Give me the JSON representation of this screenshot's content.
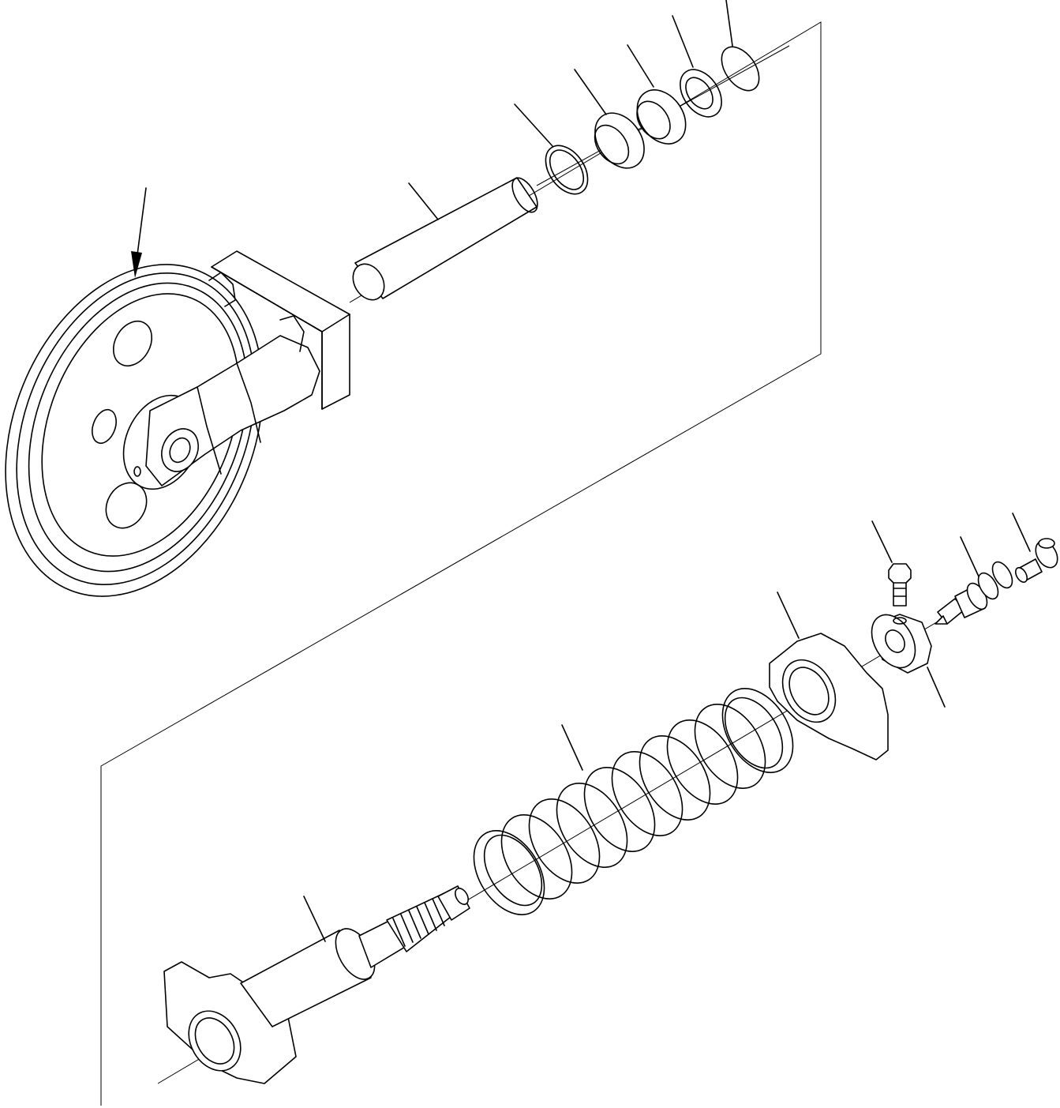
{
  "diagram": {
    "kind": "exploded-parts-view",
    "colors": {
      "line": "#000000",
      "background": "#ffffff"
    },
    "components": [
      "idler-wheel-assembly",
      "yoke-block",
      "pin",
      "snap-ring",
      "bushing",
      "bushing",
      "thrust-washer",
      "o-ring",
      "recoil-rod",
      "recoil-spring",
      "spring-retainer",
      "nut",
      "bolt",
      "grease-valve",
      "grease-fitting"
    ],
    "callouts_count": 15,
    "callout_labels": []
  }
}
